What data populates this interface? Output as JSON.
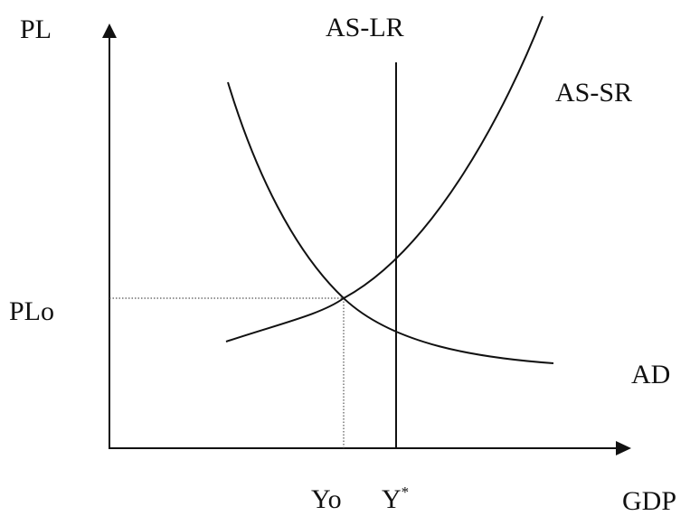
{
  "labels": {
    "y_axis": "PL",
    "x_axis": "GDP",
    "long_run_supply": "AS-LR",
    "short_run_supply": "AS-SR",
    "demand": "AD",
    "equilibrium_price": "PLo",
    "equilibrium_output": "Yo",
    "potential_output": "Y",
    "potential_output_mark": "*"
  },
  "colors": {
    "ink": "#111111",
    "guide": "#555555"
  }
}
